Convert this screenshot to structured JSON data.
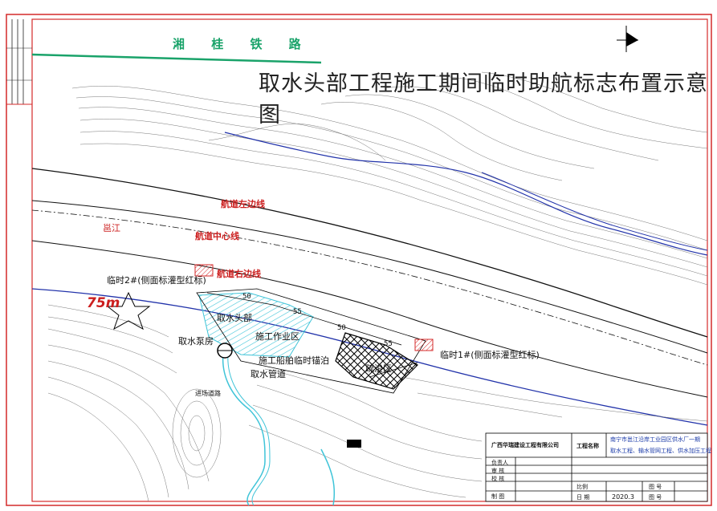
{
  "title": "取水头部工程施工期间临时助航标志布置示意图",
  "railway": "湘 桂 铁 路",
  "river": "邕江",
  "channel": {
    "left_edge": "航道左边线",
    "center": "航道中心线",
    "right_edge": "航道右边线"
  },
  "markers": {
    "temp2": "临时2#(侧面标灌型红标)",
    "temp1": "临时1#(侧面标灌型红标)"
  },
  "elevation_mark": "75m",
  "areas": {
    "intake_head": "取水头部",
    "pump_house": "取水泵房",
    "work_zone": "施工作业区",
    "temp_berth": "施工船舶临时锚泊",
    "dredge_zone": "疏浚区",
    "intake_pipe": "取水管道",
    "access_road": "进场道路"
  },
  "dimensions": [
    "50",
    "50",
    "55",
    "55"
  ],
  "title_block": {
    "company": "广西华瑞建设工程有限公司",
    "project_label": "工程名称",
    "project_name_line1": "南宁市邕江沿岸工业园区供水厂一期",
    "project_name_line2": "取水工程、输水管网工程、供水加压工程",
    "rows": [
      "负责人",
      "审 核",
      "校 核",
      "制 图"
    ],
    "scale_label": "比例",
    "scale_value": "",
    "drawing_no_label": "图 号",
    "date_label": "日 期",
    "date_value": "2020.3",
    "sheet_label": "图 号"
  },
  "colors": {
    "frame": "#d42a2a",
    "railway": "#1aa36a",
    "river": "#2233aa",
    "work_zone": "#3fc4d8",
    "marker": "#d42a2a",
    "contour": "#666666"
  }
}
